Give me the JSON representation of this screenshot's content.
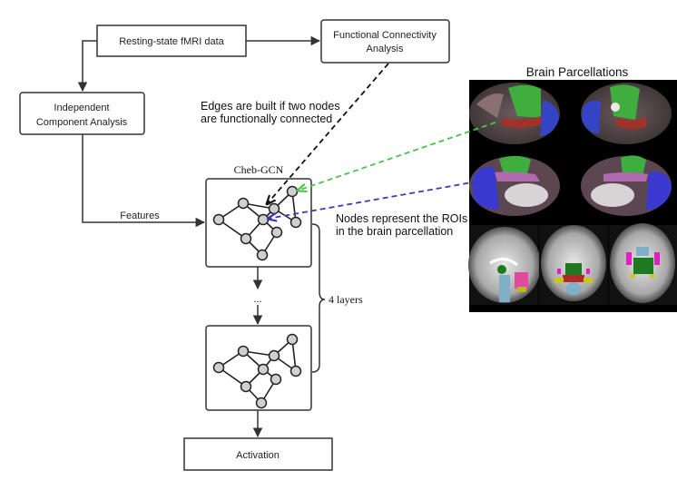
{
  "boxes": {
    "resting_state": "Resting-state fMRI data",
    "functional_connectivity_line1": "Functional Connectivity",
    "functional_connectivity_line2": "Analysis",
    "ica_line1": "Independent",
    "ica_line2": "Component Analysis",
    "activation": "Activation"
  },
  "labels": {
    "features": "Features",
    "cheb_gcn": "Cheb-GCN",
    "ellipsis": "...",
    "layers": "4 layers",
    "edges_line1": "Edges are built if two nodes",
    "edges_line2": "are functionally connected",
    "nodes_line1": "Nodes represent the ROIs",
    "nodes_line2": "in the brain parcellation"
  },
  "brain_panel": {
    "title": "Brain Parcellations",
    "views": [
      "lateral-left",
      "lateral-right",
      "medial-left",
      "medial-right",
      "sagittal-slice",
      "coronal-slice",
      "axial-slice"
    ]
  },
  "graph": {
    "node_count": 9,
    "edges": [
      [
        0,
        1
      ],
      [
        0,
        7
      ],
      [
        1,
        2
      ],
      [
        1,
        5
      ],
      [
        2,
        5
      ],
      [
        2,
        3
      ],
      [
        3,
        4
      ],
      [
        2,
        4
      ],
      [
        5,
        7
      ],
      [
        5,
        6
      ],
      [
        6,
        8
      ],
      [
        7,
        8
      ]
    ]
  },
  "colors": {
    "line": "#333333",
    "node_fill": "#d0d0d0",
    "green_arrow": "#4cc24c",
    "blue_arrow": "#3a3ab8",
    "black_arrow": "#111111"
  }
}
